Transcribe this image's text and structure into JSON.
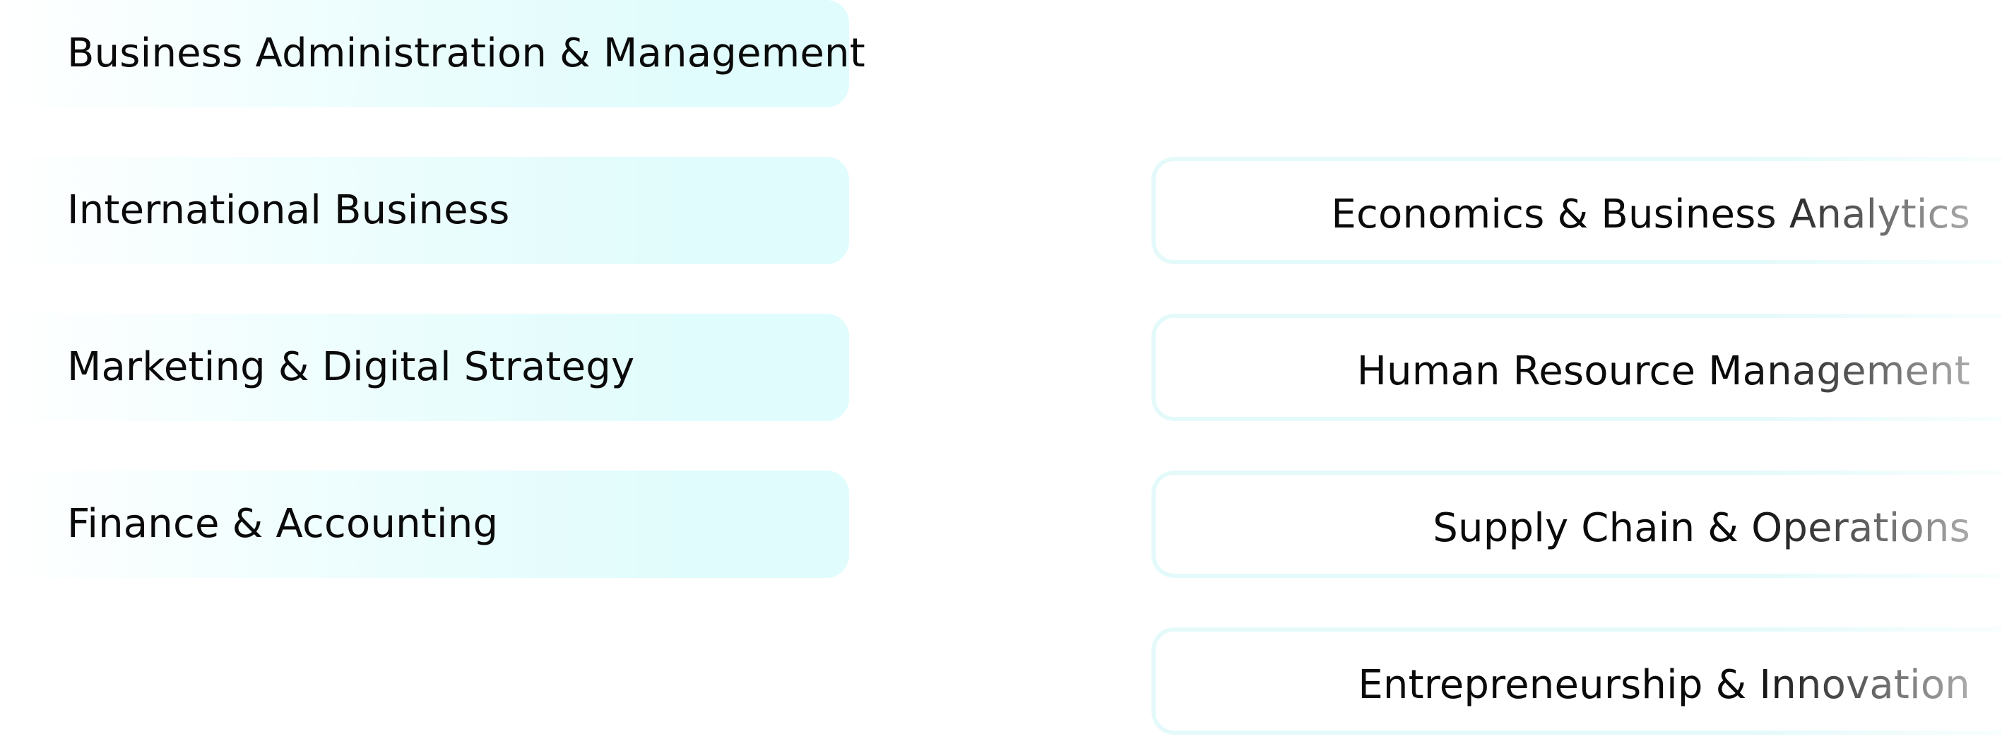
{
  "left_programs": [
    {
      "label": "Business Administration & Management"
    },
    {
      "label": "International Business"
    },
    {
      "label": "Marketing & Digital Strategy"
    },
    {
      "label": "Finance & Accounting"
    }
  ],
  "right_programs": [
    {
      "label": "Economics & Business Analytics"
    },
    {
      "label": "Human Resource Management"
    },
    {
      "label": "Supply Chain & Operations"
    },
    {
      "label": "Entrepreneurship & Innovation"
    }
  ],
  "colors": {
    "pill_fill": "#e1fcfc",
    "pill_border": "#e0fafa",
    "text": "#0a0a0a"
  }
}
